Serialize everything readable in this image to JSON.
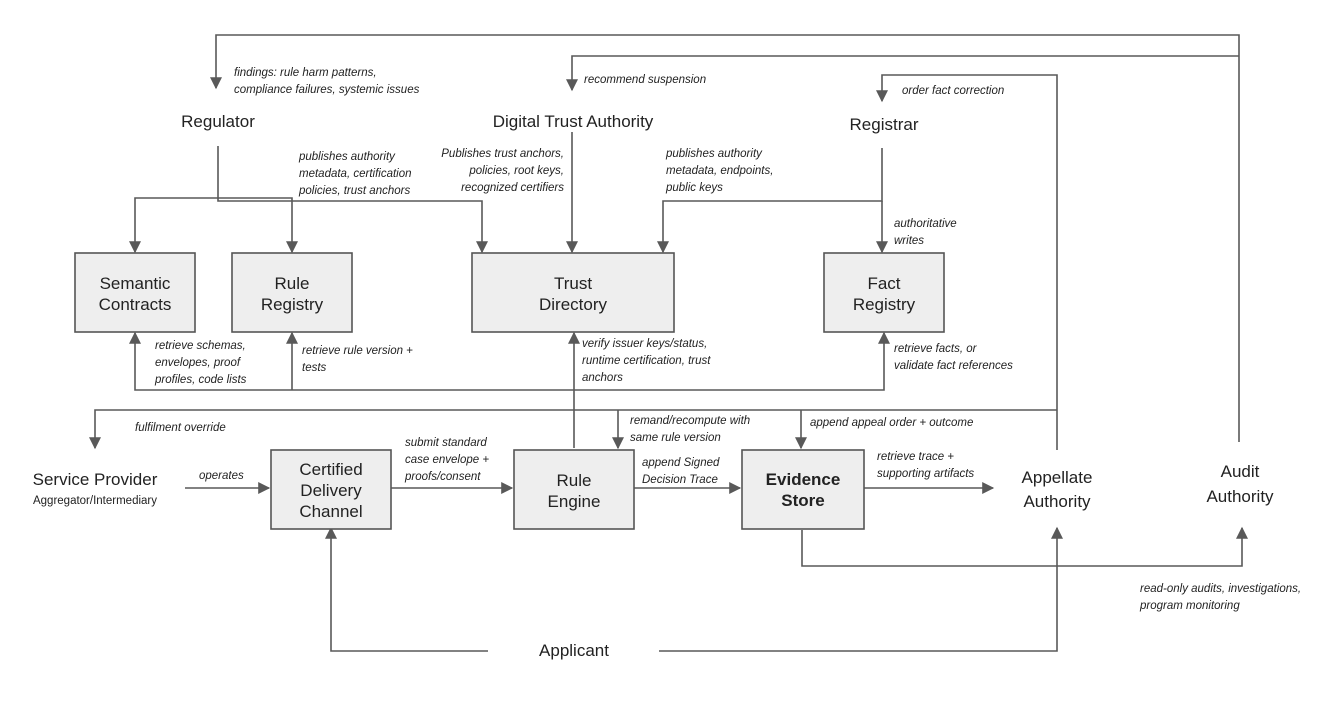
{
  "nodes": {
    "regulator": "Regulator",
    "dta": "Digital Trust Authority",
    "registrar": "Registrar",
    "semantic_contracts": [
      "Semantic",
      "Contracts"
    ],
    "rule_registry": [
      "Rule",
      "Registry"
    ],
    "trust_directory": [
      "Trust",
      "Directory"
    ],
    "fact_registry": [
      "Fact",
      "Registry"
    ],
    "service_provider": "Service Provider",
    "service_provider_sub": "Aggregator/Intermediary",
    "certified_delivery": [
      "Certified",
      "Delivery",
      "Channel"
    ],
    "rule_engine": [
      "Rule",
      "Engine"
    ],
    "evidence_store": [
      "Evidence",
      "Store"
    ],
    "appellate_authority": [
      "Appellate",
      "Authority"
    ],
    "audit_authority": [
      "Audit",
      "Authority"
    ],
    "applicant": "Applicant"
  },
  "edges": {
    "findings": [
      "findings: rule harm patterns,",
      "compliance failures, systemic issues"
    ],
    "recommend_suspension": [
      "recommend suspension"
    ],
    "order_fact_correction": [
      "order fact correction"
    ],
    "regulator_publishes": [
      "publishes authority",
      "metadata, certification",
      "policies, trust anchors"
    ],
    "dta_publishes": [
      "Publishes trust anchors,",
      "policies, root keys,",
      "recognized certifiers"
    ],
    "registrar_publishes": [
      "publishes authority",
      "metadata, endpoints,",
      "public keys"
    ],
    "authoritative_writes": [
      "authoritative",
      "writes"
    ],
    "retrieve_schemas": [
      "retrieve schemas,",
      "envelopes, proof",
      "profiles, code lists"
    ],
    "retrieve_rule_version": [
      "retrieve rule version +",
      "tests"
    ],
    "verify_issuer": [
      "verify issuer keys/status,",
      "runtime certification, trust",
      "anchors"
    ],
    "retrieve_facts": [
      "retrieve facts, or",
      "validate fact references"
    ],
    "fulfilment_override": [
      "fulfilment override"
    ],
    "remand": [
      "remand/recompute with",
      "same rule version"
    ],
    "append_appeal": [
      "append appeal order + outcome"
    ],
    "operates": [
      "operates"
    ],
    "submit_envelope": [
      "submit standard",
      "case envelope +",
      "proofs/consent"
    ],
    "append_trace": [
      "append Signed",
      "Decision Trace"
    ],
    "retrieve_trace": [
      "retrieve trace +",
      "supporting artifacts"
    ],
    "read_only": [
      "read-only audits, investigations,",
      "program monitoring"
    ]
  },
  "colors": {
    "box_fill": "#eeeeee",
    "box_stroke": "#555555",
    "line": "#595959",
    "text": "#222222"
  }
}
